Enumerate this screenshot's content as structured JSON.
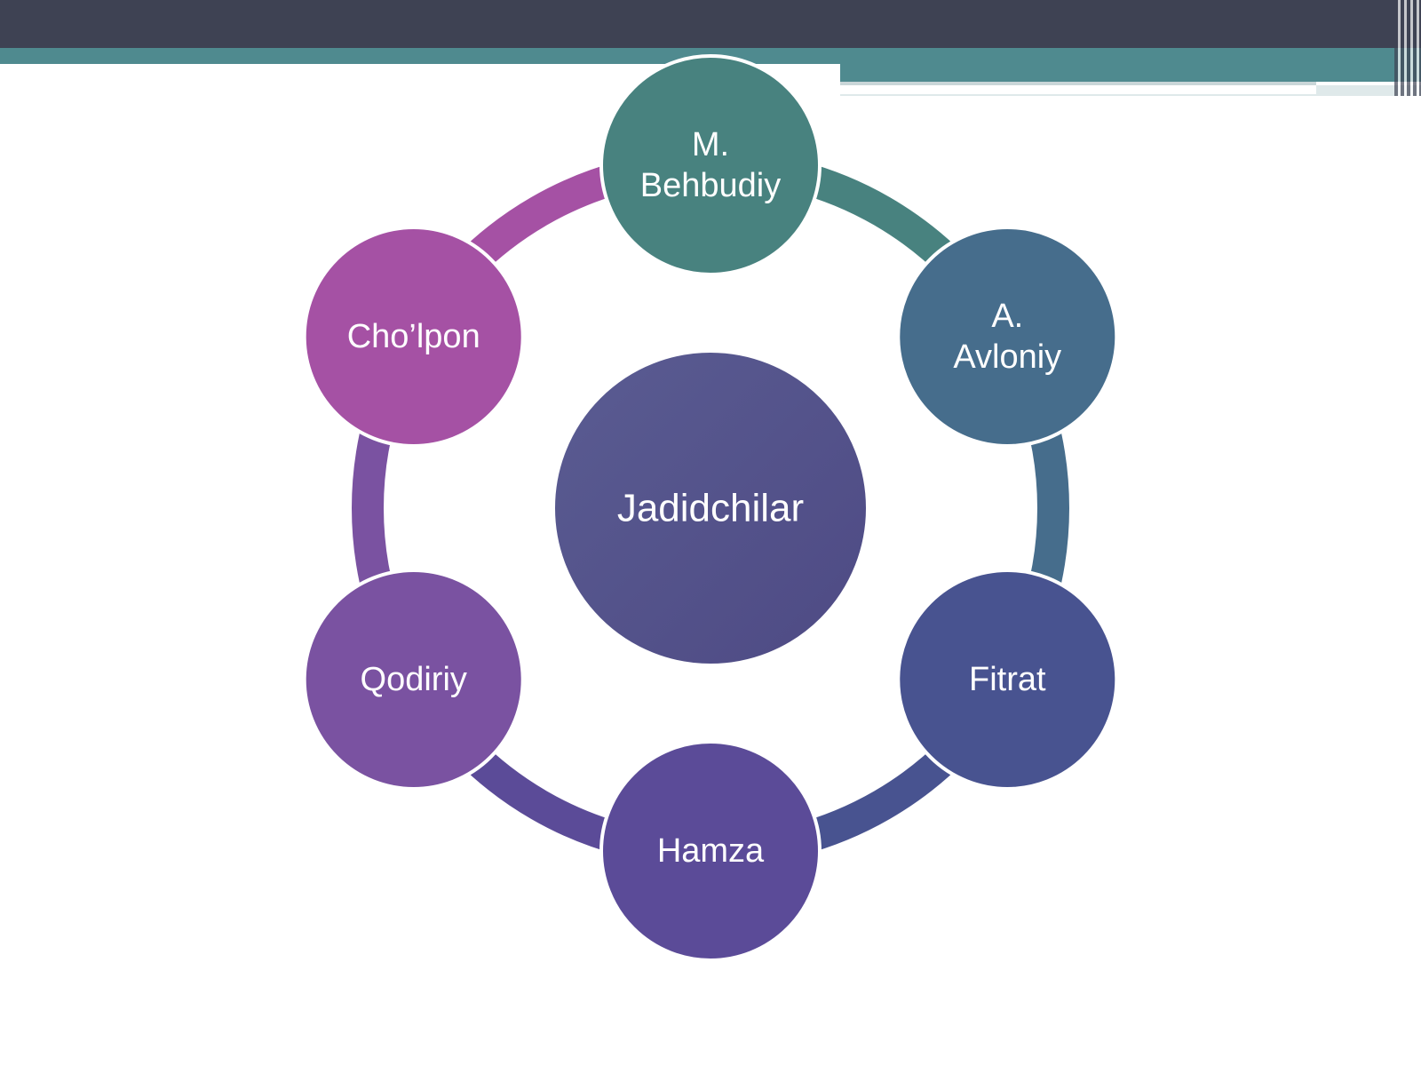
{
  "diagram": {
    "center": {
      "label": "Jadidchilar",
      "color_start": "#5a5c92",
      "color_end": "#4e4a84"
    },
    "nodes": [
      {
        "lines": [
          "M.",
          "Behbudiy"
        ],
        "color": "#48827f"
      },
      {
        "lines": [
          "A.",
          "Avloniy"
        ],
        "color": "#466d8c"
      },
      {
        "lines": [
          "Fitrat"
        ],
        "color": "#485390"
      },
      {
        "lines": [
          "Hamza"
        ],
        "color": "#5b4b98"
      },
      {
        "lines": [
          "Qodiriy"
        ],
        "color": "#7a52a1"
      },
      {
        "lines": [
          "Cho’lpon"
        ],
        "color": "#a551a4"
      }
    ],
    "ring_colors": [
      "#48827f",
      "#466d8c",
      "#485390",
      "#5b4b98",
      "#7a52a1",
      "#a551a4"
    ]
  },
  "colors": {
    "header_dark": "#3e4253",
    "header_teal": "#4f8a8f",
    "background": "#ffffff"
  }
}
